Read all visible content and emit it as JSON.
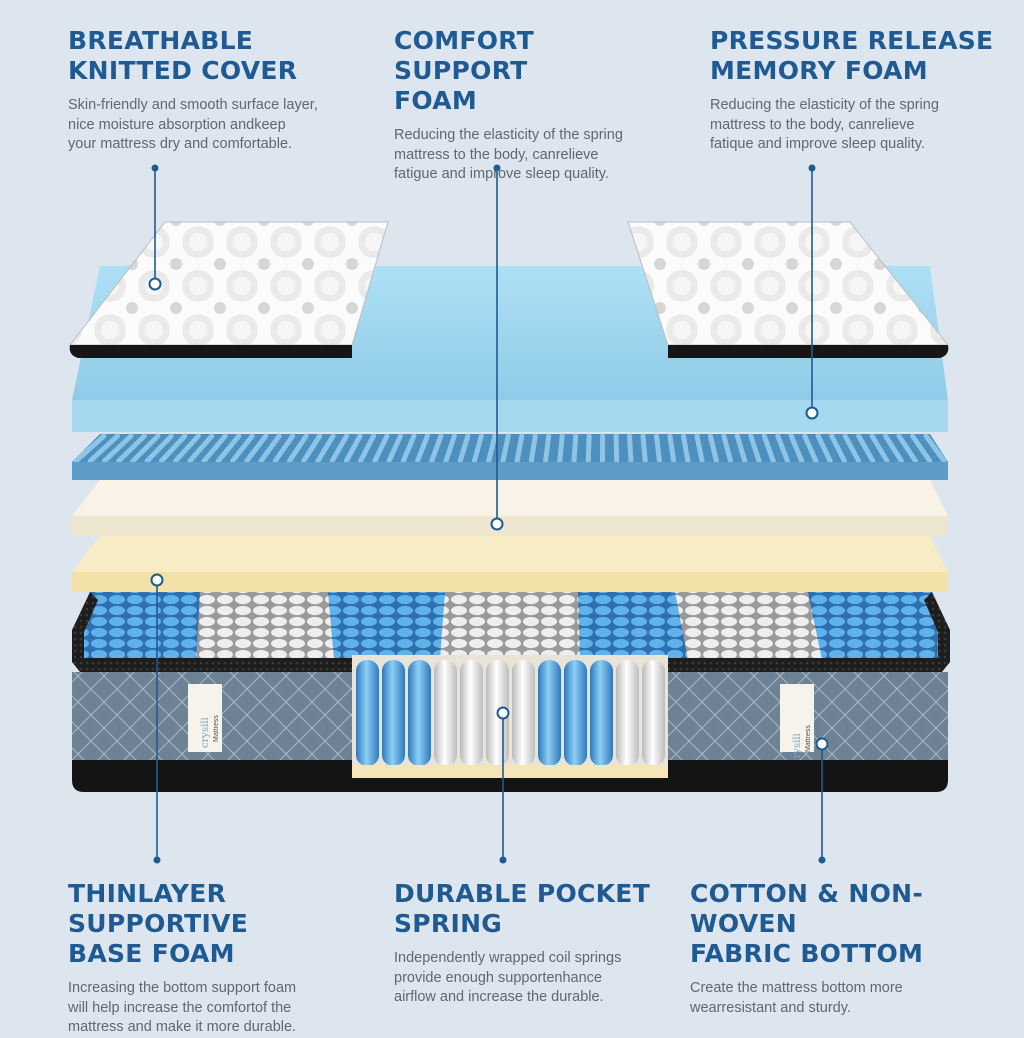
{
  "features": {
    "cover": {
      "title_line1": "BREATHABLE",
      "title_line2": "KNITTED COVER",
      "desc_line1": "Skin-friendly and smooth surface layer,",
      "desc_line2": "nice moisture absorption andkeep",
      "desc_line3": "your mattress dry and comfortable."
    },
    "comfort_foam": {
      "title_line1": "COMFORT SUPPORT",
      "title_line2": "FOAM",
      "desc_line1": "Reducing the elasticity of the spring",
      "desc_line2": "mattress to the body, canrelieve",
      "desc_line3": "fatigue and improve sleep quality."
    },
    "memory_foam": {
      "title_line1": "PRESSURE RELEASE",
      "title_line2": "MEMORY FOAM",
      "desc_line1": "Reducing the elasticity of the spring",
      "desc_line2": "mattress to the body, canrelieve",
      "desc_line3": "fatique and improve sleep quality."
    },
    "base_foam": {
      "title_line1": "THINLAYER SUPPORTIVE",
      "title_line2": "BASE FOAM",
      "desc_line1": "Increasing the bottom support foam",
      "desc_line2": "will help increase the comfortof the",
      "desc_line3": "mattress and make it more durable."
    },
    "pocket_spring": {
      "title_line1": "DURABLE POCKET",
      "title_line2": "SPRING",
      "desc_line1": "Independently wrapped coil springs",
      "desc_line2": "provide enough supportenhance",
      "desc_line3": "airflow and increase the durable."
    },
    "bottom": {
      "title_line1": "COTTON & NON-WOVEN",
      "title_line2": "FABRIC BOTTOM",
      "desc_line1": "Create the mattress bottom more",
      "desc_line2": "wearresistant and sturdy."
    }
  },
  "label_tag": {
    "brand": "crysili",
    "product": "Mattress"
  },
  "colors": {
    "heading": "#1f5a92",
    "body_text": "#5f6770",
    "background": "#dde6ef",
    "callout_line": "#1f5a92",
    "gel_foam": "#a6d9f0",
    "egg_crate_foam": "#5d9cc6",
    "memory_foam": "#f2ebd9",
    "base_foam": "#f5e6b5",
    "spring_blue": "#4d9fd8",
    "spring_white": "#f2f2f2",
    "side_panel": "#6e8295",
    "binding": "#161616"
  }
}
